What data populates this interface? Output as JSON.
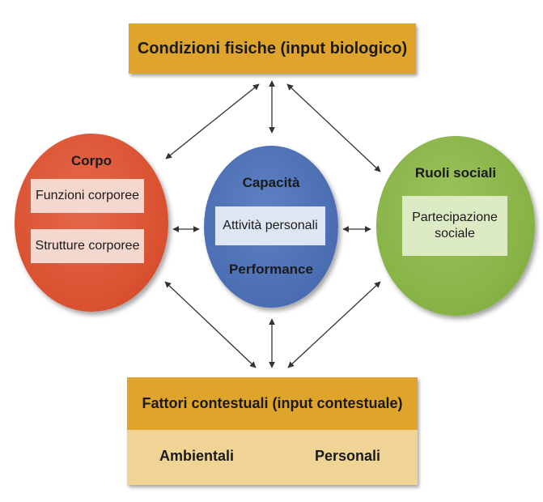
{
  "top_box": {
    "label": "Condizioni fisiche (input biologico)"
  },
  "bottom_box": {
    "title": "Fattori contestuali (input contestuale)",
    "left_label": "Ambientali",
    "right_label": "Personali"
  },
  "left_circle": {
    "title": "Corpo",
    "items": [
      "Funzioni corporee",
      "Strutture corporee"
    ]
  },
  "center_circle": {
    "top_label": "Capacità",
    "box_label": "Attività personali",
    "bottom_label": "Performance"
  },
  "right_circle": {
    "title": "Ruoli sociali",
    "box_label": "Partecipazione sociale"
  },
  "colors": {
    "header_box": "#dea42c",
    "bottom_body": "#f0d496",
    "left_circle": "#d9502f",
    "center_circle": "#4a6db3",
    "right_circle": "#86b245",
    "arrow": "#333333"
  }
}
